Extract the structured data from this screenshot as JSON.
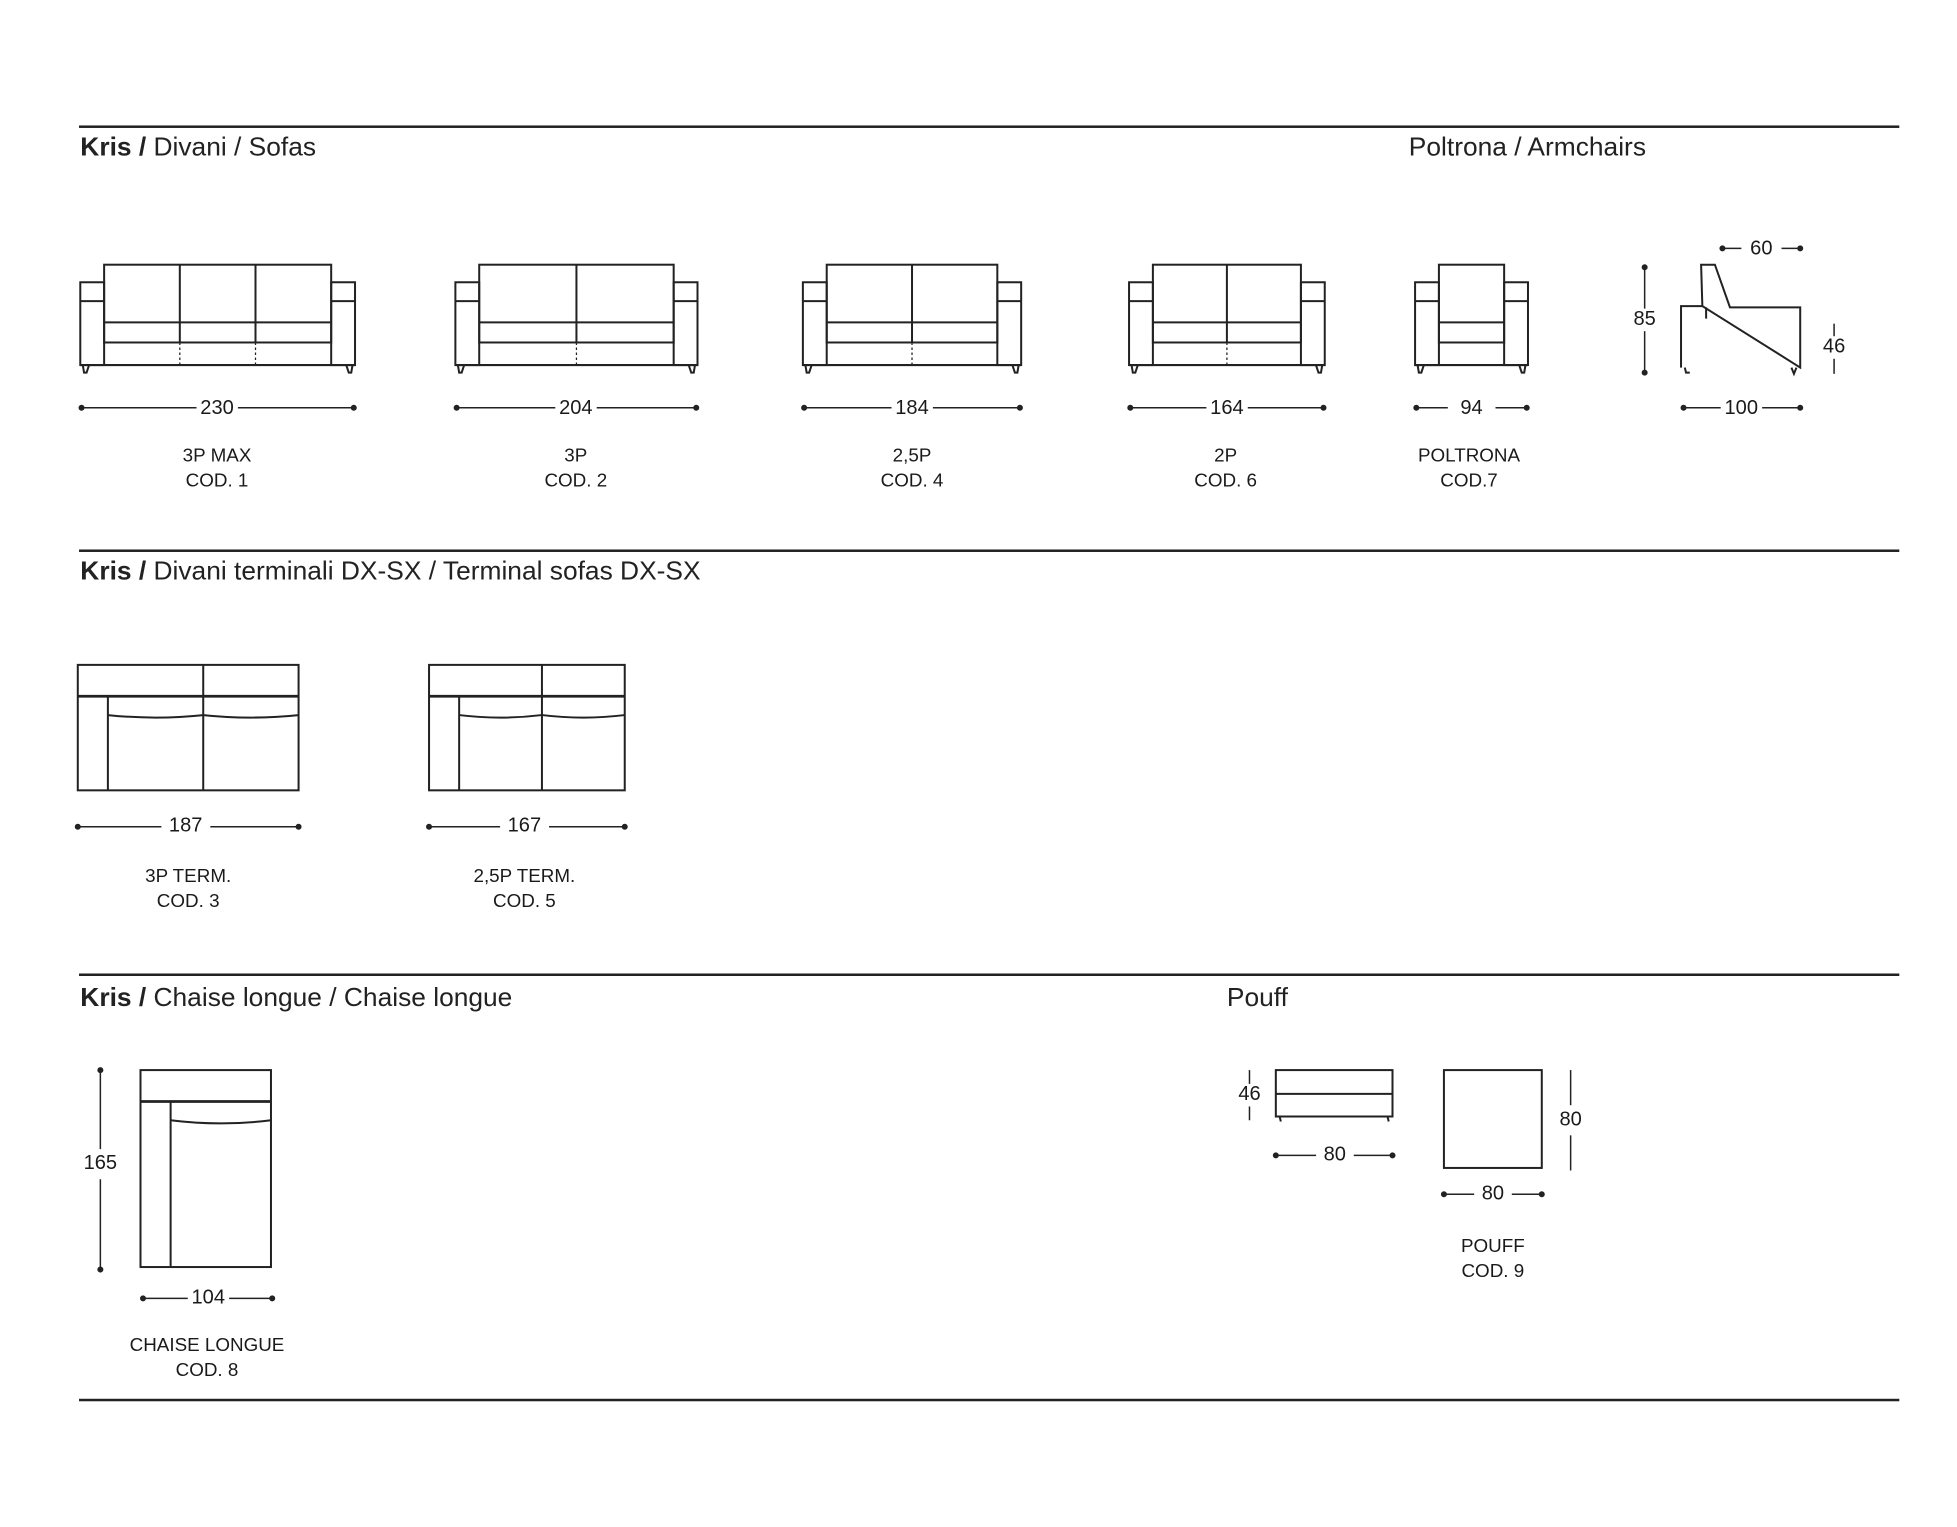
{
  "sections": {
    "sofas": {
      "brand": "Kris /",
      "title": " Divani  / Sofas",
      "aside": "Poltrona / Armchairs"
    },
    "terminal": {
      "brand": "Kris /",
      "title": " Divani terminali DX-SX  / Terminal sofas DX-SX"
    },
    "chaise": {
      "brand": "Kris /",
      "title": " Chaise longue / Chaise longue",
      "aside": "Pouff"
    }
  },
  "items": [
    {
      "name": "3P MAX",
      "code": "COD. 1",
      "width": "230",
      "seats": 3
    },
    {
      "name": "3P",
      "code": "COD. 2",
      "width": "204",
      "seats": 2
    },
    {
      "name": "2,5P",
      "code": "COD. 4",
      "width": "184",
      "seats": 2
    },
    {
      "name": "2P",
      "code": "COD. 6",
      "width": "164",
      "seats": 2
    },
    {
      "name": "POLTRONA",
      "code": "COD.7",
      "width": "94",
      "seats": 1
    }
  ],
  "side_view": {
    "height": "85",
    "seat_height": "46",
    "back_depth": "60",
    "depth": "100"
  },
  "terminal_items": [
    {
      "name": "3P TERM.",
      "code": "COD. 3",
      "width": "187"
    },
    {
      "name": "2,5P TERM.",
      "code": "COD. 5",
      "width": "167"
    }
  ],
  "chaise_item": {
    "name": "CHAISE LONGUE",
    "code": "COD. 8",
    "length": "165",
    "width": "104"
  },
  "pouff": {
    "name": "POUFF",
    "code": "COD. 9",
    "height": "46",
    "side_width": "80",
    "top_depth": "80",
    "top_width": "80"
  }
}
